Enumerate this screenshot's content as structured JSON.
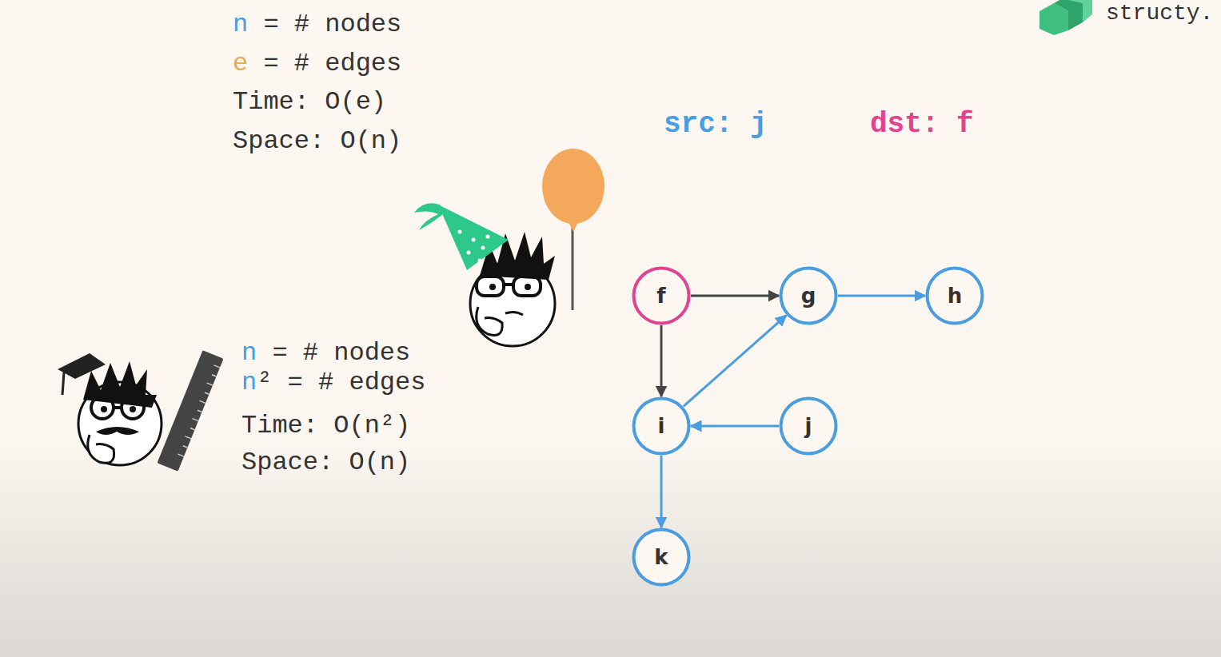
{
  "diagram": {
    "nodes": [
      {
        "text": [
          "f"
        ]
      },
      {
        "text": [
          "g"
        ]
      },
      {
        "text": [
          "h"
        ]
      },
      {
        "text": [
          "i"
        ]
      },
      {
        "text": [
          "j"
        ]
      },
      {
        "text": [
          "k"
        ]
      }
    ],
    "edges": [
      {
        "from": 0,
        "to": 1,
        "arrow": "to"
      },
      {
        "from": 1,
        "to": 2,
        "arrow": "to"
      },
      {
        "from": 0,
        "to": 3,
        "arrow": "to"
      },
      {
        "from": 3,
        "to": 1,
        "arrow": "to"
      },
      {
        "from": 4,
        "to": 3,
        "arrow": "to"
      },
      {
        "from": 3,
        "to": 5,
        "arrow": "to"
      }
    ],
    "labels": [
      "n = # nodes",
      "e = # edges",
      "Time: O(e)",
      "Space: O(n)",
      "structy.",
      "src: j",
      "dst: f",
      "n = # nodes",
      "n² = # edges",
      "Time: O(n²)",
      "Space: O(n)"
    ]
  }
}
